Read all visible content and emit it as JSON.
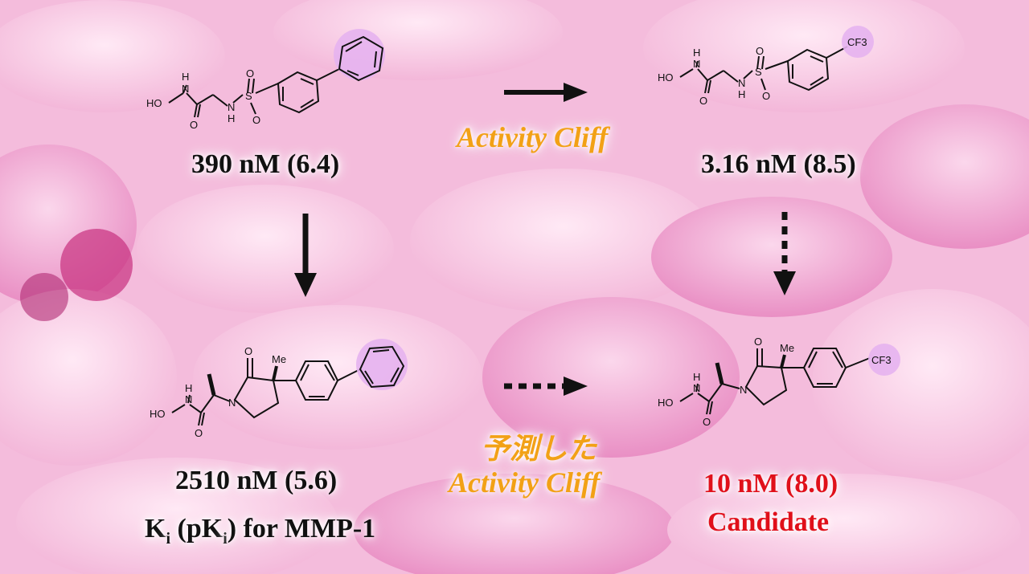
{
  "colors": {
    "background": "#f6c3e0",
    "label_text": "#111111",
    "candidate_red": "#e0101a",
    "cliff_orange": "#f2a116",
    "highlight": "#e6b2f0"
  },
  "compounds": {
    "top_left": {
      "value_label": "390 nM (6.4)",
      "atoms": {
        "oh": "HO",
        "n_amide": "N",
        "h_amide": "H",
        "o_carbonyl": "O",
        "s": "S",
        "o1": "O",
        "o2": "O",
        "n_sulf": "N",
        "h_sulf": "H"
      }
    },
    "top_right": {
      "value_label": "3.16 nM (8.5)",
      "atoms": {
        "oh": "HO",
        "n_amide": "N",
        "h_amide": "H",
        "o_carbonyl": "O",
        "s": "S",
        "o1": "O",
        "o2": "O",
        "n_sulf": "N",
        "h_sulf": "H",
        "cf3": "CF3"
      }
    },
    "bottom_left": {
      "value_label": "2510 nM (5.6)",
      "atoms": {
        "oh": "HO",
        "n_amide": "N",
        "h_amide": "H",
        "o_carbonyl": "O",
        "n_ring": "N",
        "o_lactam": "O",
        "me": "Me"
      }
    },
    "bottom_right": {
      "value_label": "10 nM (8.0)",
      "status_label": "Candidate",
      "atoms": {
        "oh": "HO",
        "n_amide": "N",
        "h_amide": "H",
        "o_carbonyl": "O",
        "n_ring": "N",
        "o_lactam": "O",
        "me": "Me",
        "cf3": "CF3"
      }
    }
  },
  "activity_cliff_label": "Activity Cliff",
  "predicted_prefix": "予測した",
  "predicted_cliff_label": "Activity Cliff",
  "footnote": {
    "k": "K",
    "sub1": "i",
    "mid": " (pK",
    "sub2": "i",
    "end": ") for MMP-1"
  }
}
